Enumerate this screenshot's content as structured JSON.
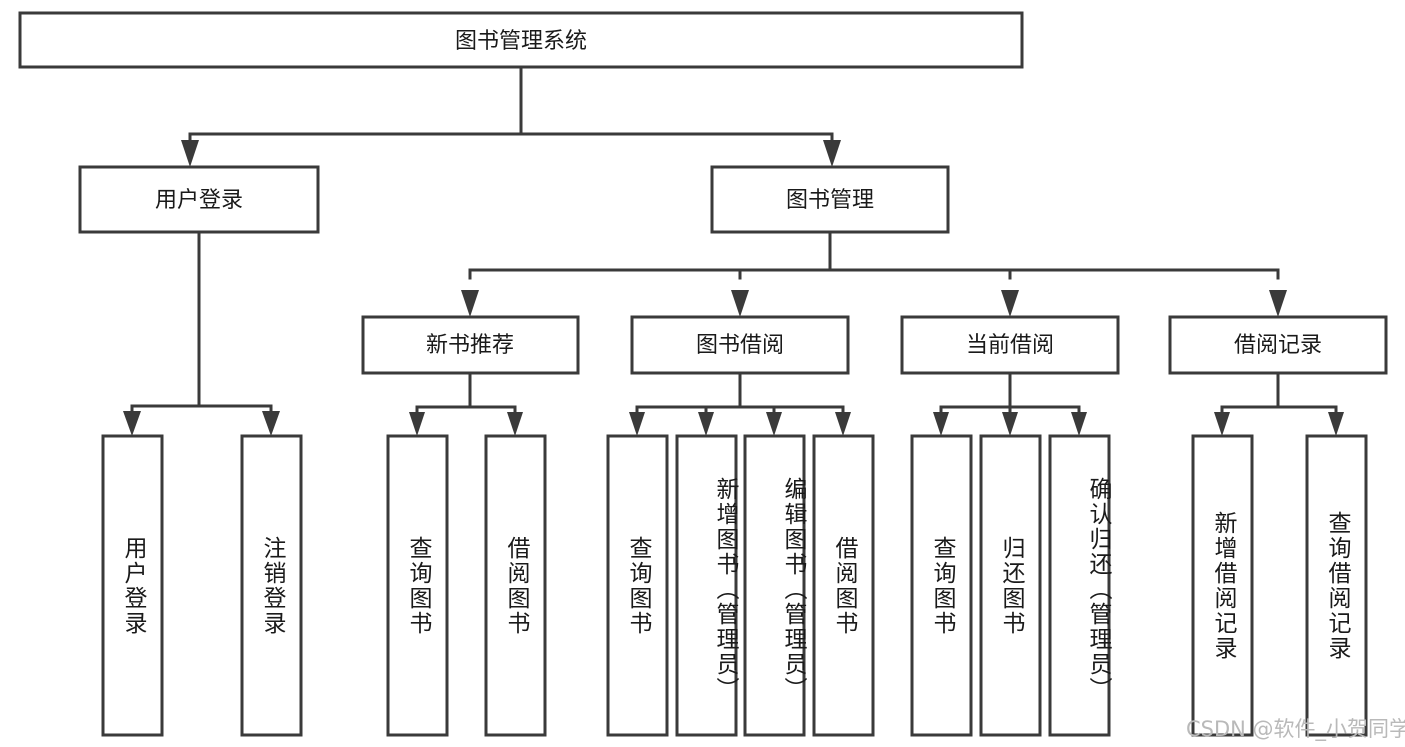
{
  "diagram": {
    "title": "图书管理系统",
    "type": "hierarchy-tree",
    "root": {
      "label": "图书管理系统",
      "children": [
        {
          "label": "用户登录",
          "children": [
            {
              "label": "用户登录"
            },
            {
              "label": "注销登录"
            }
          ]
        },
        {
          "label": "图书管理",
          "children": [
            {
              "label": "新书推荐",
              "children": [
                {
                  "label": "查询图书"
                },
                {
                  "label": "借阅图书"
                }
              ]
            },
            {
              "label": "图书借阅",
              "children": [
                {
                  "label": "查询图书"
                },
                {
                  "label": "新增图书（管理员）"
                },
                {
                  "label": "编辑图书（管理员）"
                },
                {
                  "label": "借阅图书"
                }
              ]
            },
            {
              "label": "当前借阅",
              "children": [
                {
                  "label": "查询图书"
                },
                {
                  "label": "归还图书"
                },
                {
                  "label": "确认归还（管理员）"
                }
              ]
            },
            {
              "label": "借阅记录",
              "children": [
                {
                  "label": "新增借阅记录"
                },
                {
                  "label": "查询借阅记录"
                }
              ]
            }
          ]
        }
      ]
    },
    "nodes": {
      "root_title": "图书管理系统",
      "l2_user_login": "用户登录",
      "l2_book_manage": "图书管理",
      "l3_new_book_rec": "新书推荐",
      "l3_book_borrow": "图书借阅",
      "l3_current_borrow": "当前借阅",
      "l3_borrow_record": "借阅记录",
      "leaf_user_login": "用户登录",
      "leaf_logout": "注销登录",
      "leaf_rec_query": "查询图书",
      "leaf_rec_borrow": "借阅图书",
      "leaf_borrow_query": "查询图书",
      "leaf_borrow_add": "新增图书（管理员）",
      "leaf_borrow_edit": "编辑图书（管理员）",
      "leaf_borrow_borrow": "借阅图书",
      "leaf_cur_query": "查询图书",
      "leaf_cur_return": "归还图书",
      "leaf_cur_confirm": "确认归还（管理员）",
      "leaf_rec_add": "新增借阅记录",
      "leaf_rec_query2": "查询借阅记录"
    },
    "colors": {
      "box_stroke": "#3a3a3a",
      "box_fill": "#ffffff",
      "text": "#1a1a1a",
      "watermark": "#b9b9b9",
      "background": "#ffffff"
    }
  },
  "watermark": {
    "text": "CSDN @软件_小贺同学"
  }
}
